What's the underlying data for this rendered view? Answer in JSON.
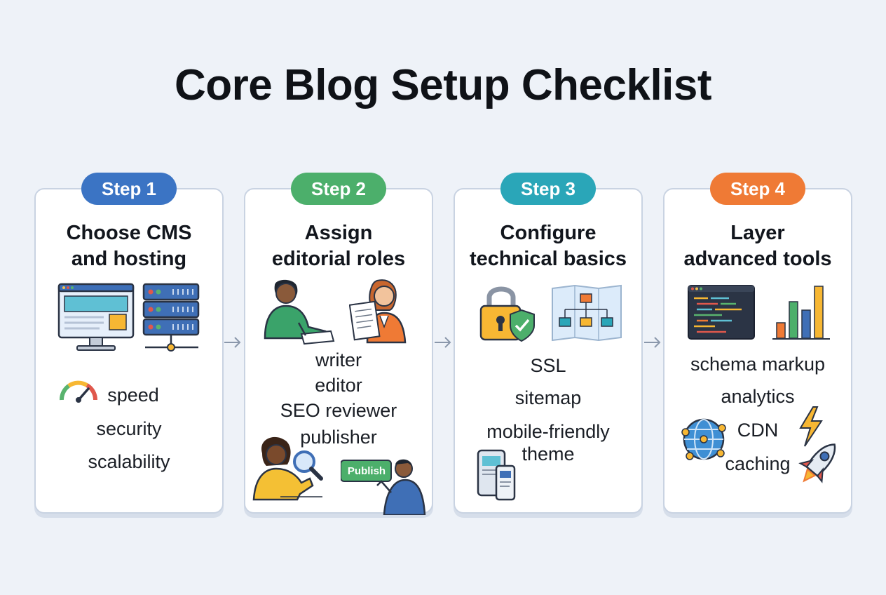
{
  "title": "Core Blog Setup Checklist",
  "steps": [
    {
      "badge": "Step 1",
      "color": "#3b74c4",
      "title_line1": "Choose CMS",
      "title_line2": "and hosting",
      "items": [
        "speed",
        "security",
        "scalability"
      ]
    },
    {
      "badge": "Step 2",
      "color": "#4caf6b",
      "title_line1": "Assign",
      "title_line2": "editorial roles",
      "items": [
        "writer",
        "editor",
        "SEO reviewer",
        "publisher"
      ],
      "publish_label": "Publish"
    },
    {
      "badge": "Step 3",
      "color": "#2aa6b8",
      "title_line1": "Configure",
      "title_line2": "technical basics",
      "items": [
        "SSL",
        "sitemap",
        "mobile-friendly",
        "theme"
      ]
    },
    {
      "badge": "Step 4",
      "color": "#ef7a35",
      "title_line1": "Layer",
      "title_line2": "advanced tools",
      "items": [
        "schema markup",
        "analytics",
        "CDN",
        "caching"
      ]
    }
  ],
  "icons": {
    "step1": [
      "browser-window-icon",
      "server-rack-icon",
      "speedometer-icon"
    ],
    "step2": [
      "writer-person-icon",
      "editor-person-icon",
      "seo-reviewer-person-icon",
      "publisher-person-icon"
    ],
    "step3": [
      "padlock-shield-icon",
      "sitemap-icon",
      "mobile-devices-icon"
    ],
    "step4": [
      "code-window-icon",
      "bar-chart-icon",
      "globe-network-icon",
      "lightning-icon",
      "rocket-icon"
    ]
  }
}
